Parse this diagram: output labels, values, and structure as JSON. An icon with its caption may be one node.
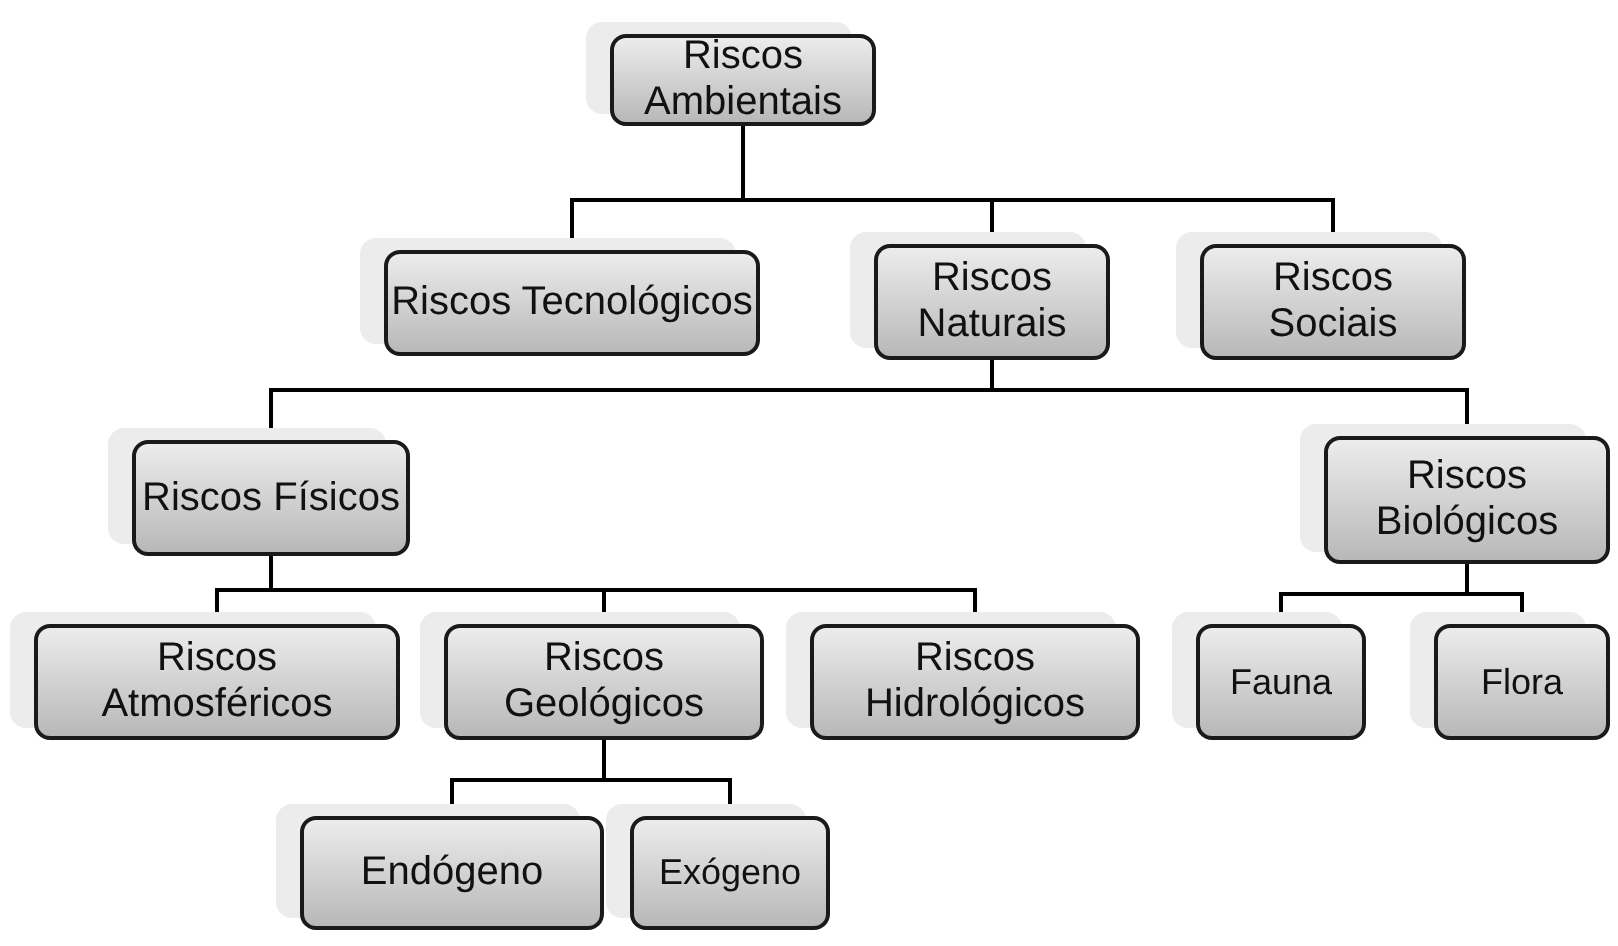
{
  "diagram": {
    "nodes": [
      {
        "text": [
          "Riscos Ambientais"
        ]
      },
      {
        "text": [
          "Riscos Tecnológicos"
        ]
      },
      {
        "text": [
          "Riscos Naturais"
        ]
      },
      {
        "text": [
          "Riscos Sociais"
        ]
      },
      {
        "text": [
          "Riscos Físicos"
        ]
      },
      {
        "text": [
          "Riscos Biológicos"
        ]
      },
      {
        "text": [
          "Riscos Atmosféricos"
        ]
      },
      {
        "text": [
          "Riscos Geológicos"
        ]
      },
      {
        "text": [
          "Riscos Hidrológicos"
        ]
      },
      {
        "text": [
          "Fauna"
        ]
      },
      {
        "text": [
          "Flora"
        ]
      },
      {
        "text": [
          "Endógeno"
        ]
      },
      {
        "text": [
          "Exógeno"
        ]
      }
    ],
    "edges": [
      {
        "from": 0,
        "to": 1,
        "arrow": "none"
      },
      {
        "from": 0,
        "to": 2,
        "arrow": "none"
      },
      {
        "from": 0,
        "to": 3,
        "arrow": "none"
      },
      {
        "from": 2,
        "to": 4,
        "arrow": "none"
      },
      {
        "from": 2,
        "to": 5,
        "arrow": "none"
      },
      {
        "from": 4,
        "to": 6,
        "arrow": "none"
      },
      {
        "from": 4,
        "to": 7,
        "arrow": "none"
      },
      {
        "from": 4,
        "to": 8,
        "arrow": "none"
      },
      {
        "from": 5,
        "to": 9,
        "arrow": "none"
      },
      {
        "from": 5,
        "to": 10,
        "arrow": "none"
      },
      {
        "from": 7,
        "to": 11,
        "arrow": "none"
      },
      {
        "from": 7,
        "to": 12,
        "arrow": "none"
      }
    ]
  }
}
